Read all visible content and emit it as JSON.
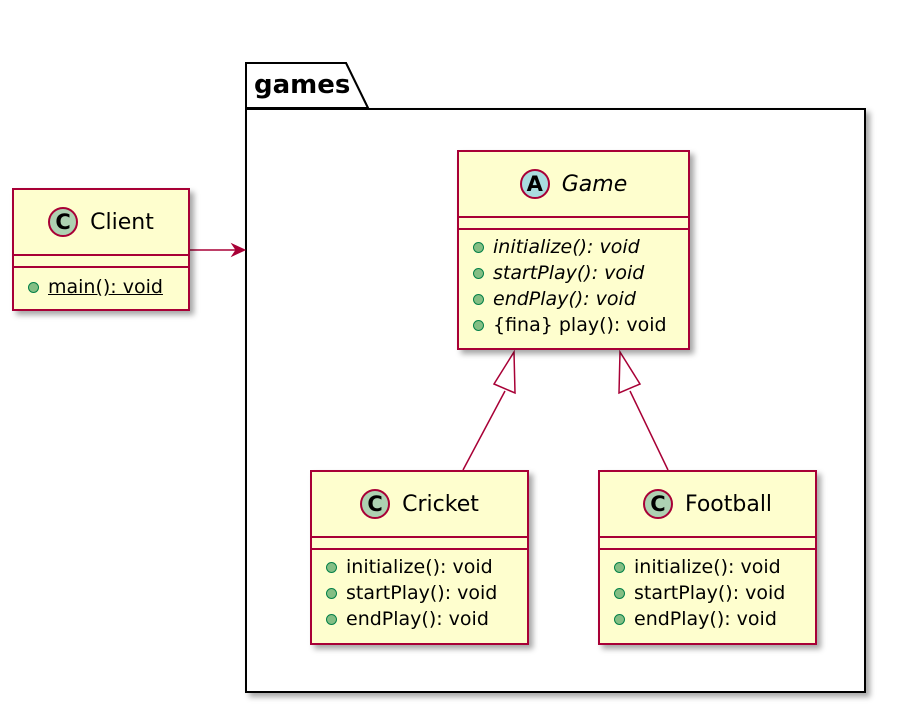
{
  "package": {
    "name": "games"
  },
  "classes": {
    "client": {
      "badge": "C",
      "name": "Client",
      "methods": [
        "main(): void"
      ]
    },
    "game": {
      "badge": "A",
      "name": "Game",
      "methods": [
        "initialize(): void",
        "startPlay(): void",
        "endPlay(): void",
        "{fina} play(): void"
      ]
    },
    "cricket": {
      "badge": "C",
      "name": "Cricket",
      "methods": [
        "initialize(): void",
        "startPlay(): void",
        "endPlay(): void"
      ]
    },
    "football": {
      "badge": "C",
      "name": "Football",
      "methods": [
        "initialize(): void",
        "startPlay(): void",
        "endPlay(): void"
      ]
    }
  },
  "colors": {
    "class_fill": "#FEFECE",
    "class_border": "#A80036",
    "class_badge": "#ADD1B2",
    "abstract_badge": "#A9DCDF",
    "method_dot": "#84BE84"
  }
}
